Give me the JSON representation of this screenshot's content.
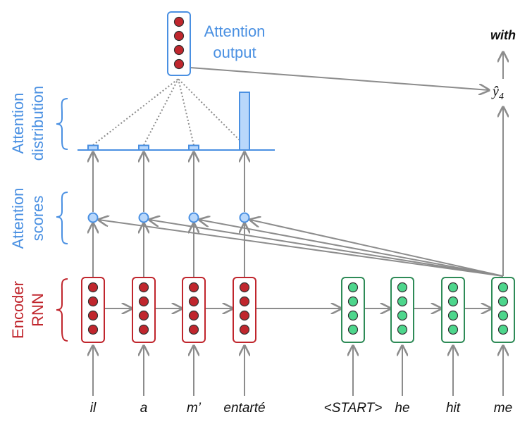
{
  "colors": {
    "encoder": "#c0262d",
    "decoder": "#2e8b57",
    "attention": "#4a90e2",
    "arrow": "#8c8c8c"
  },
  "labels": {
    "attention_output": [
      "Attention",
      "output"
    ],
    "attention_distribution": [
      "Attention",
      "distribution"
    ],
    "attention_scores": [
      "Attention",
      "scores"
    ],
    "encoder_rnn": [
      "Encoder",
      "RNN"
    ]
  },
  "encoder_words": [
    "il",
    "a",
    "m’",
    "entarté"
  ],
  "decoder_words": [
    "<START>",
    "he",
    "hit",
    "me"
  ],
  "attention_weights": [
    0.08,
    0.08,
    0.08,
    1.0
  ],
  "output": {
    "word": "with",
    "yhat_base": "ŷ",
    "yhat_sub": "4"
  }
}
